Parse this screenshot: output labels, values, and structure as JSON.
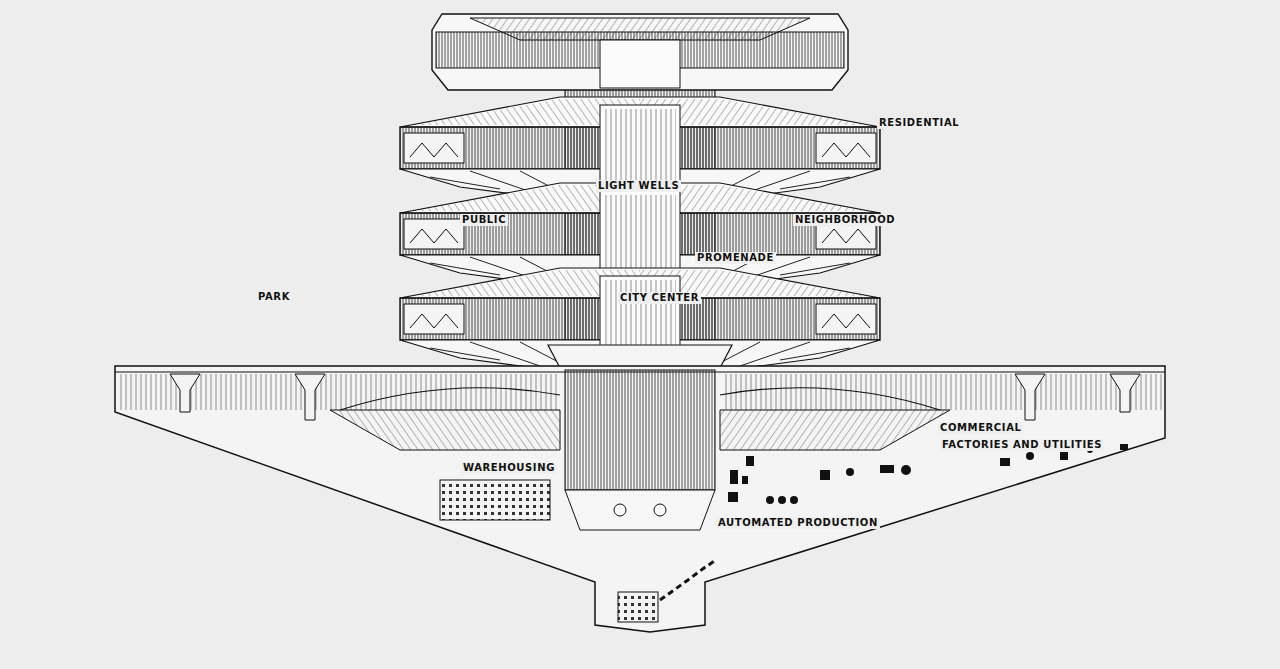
{
  "diagram": {
    "labels": [
      "RESIDENTIAL",
      "LIGHT WELLS",
      "PUBLIC",
      "NEIGHBORHOOD",
      "PROMENADE",
      "CITY CENTER",
      "PARK",
      "COMMERCIAL",
      "FACTORIES AND UTILITIES",
      "WAREHOUSING",
      "AUTOMATED PRODUCTION"
    ]
  }
}
